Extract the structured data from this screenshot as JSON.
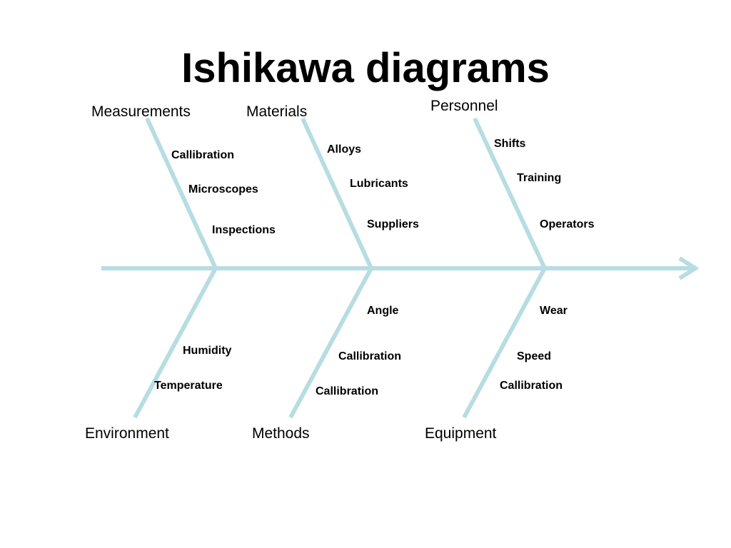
{
  "title": "Ishikawa diagrams",
  "colors": {
    "bone": "#b7dde2",
    "text": "#000000",
    "background": "#ffffff"
  },
  "categories": {
    "measurements": {
      "label": "Measurements",
      "causes": [
        "Callibration",
        "Microscopes",
        "Inspections"
      ]
    },
    "materials": {
      "label": "Materials",
      "causes": [
        "Alloys",
        "Lubricants",
        "Suppliers"
      ]
    },
    "personnel": {
      "label": "Personnel",
      "causes": [
        "Shifts",
        "Training",
        "Operators"
      ]
    },
    "environment": {
      "label": "Environment",
      "causes": [
        "Humidity",
        "Temperature"
      ]
    },
    "methods": {
      "label": "Methods",
      "causes": [
        "Angle",
        "Callibration",
        "Callibration"
      ]
    },
    "equipment": {
      "label": "Equipment",
      "causes": [
        "Wear",
        "Speed",
        "Callibration"
      ]
    }
  }
}
